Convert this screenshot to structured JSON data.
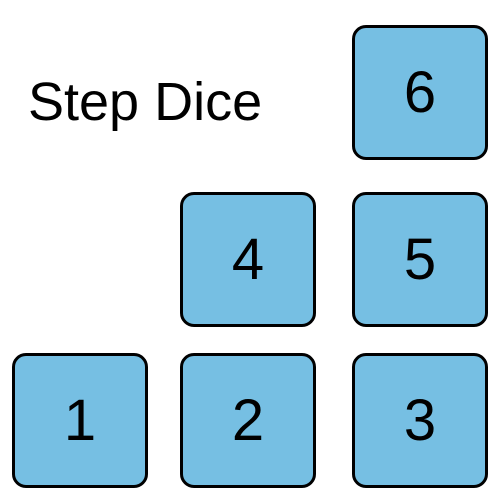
{
  "title": "Step Dice",
  "colors": {
    "die_fill": "#76bfe3",
    "die_border": "#000000",
    "background": "#ffffff",
    "text": "#000000"
  },
  "dice": [
    {
      "label": "1"
    },
    {
      "label": "2"
    },
    {
      "label": "3"
    },
    {
      "label": "4"
    },
    {
      "label": "5"
    },
    {
      "label": "6"
    }
  ]
}
